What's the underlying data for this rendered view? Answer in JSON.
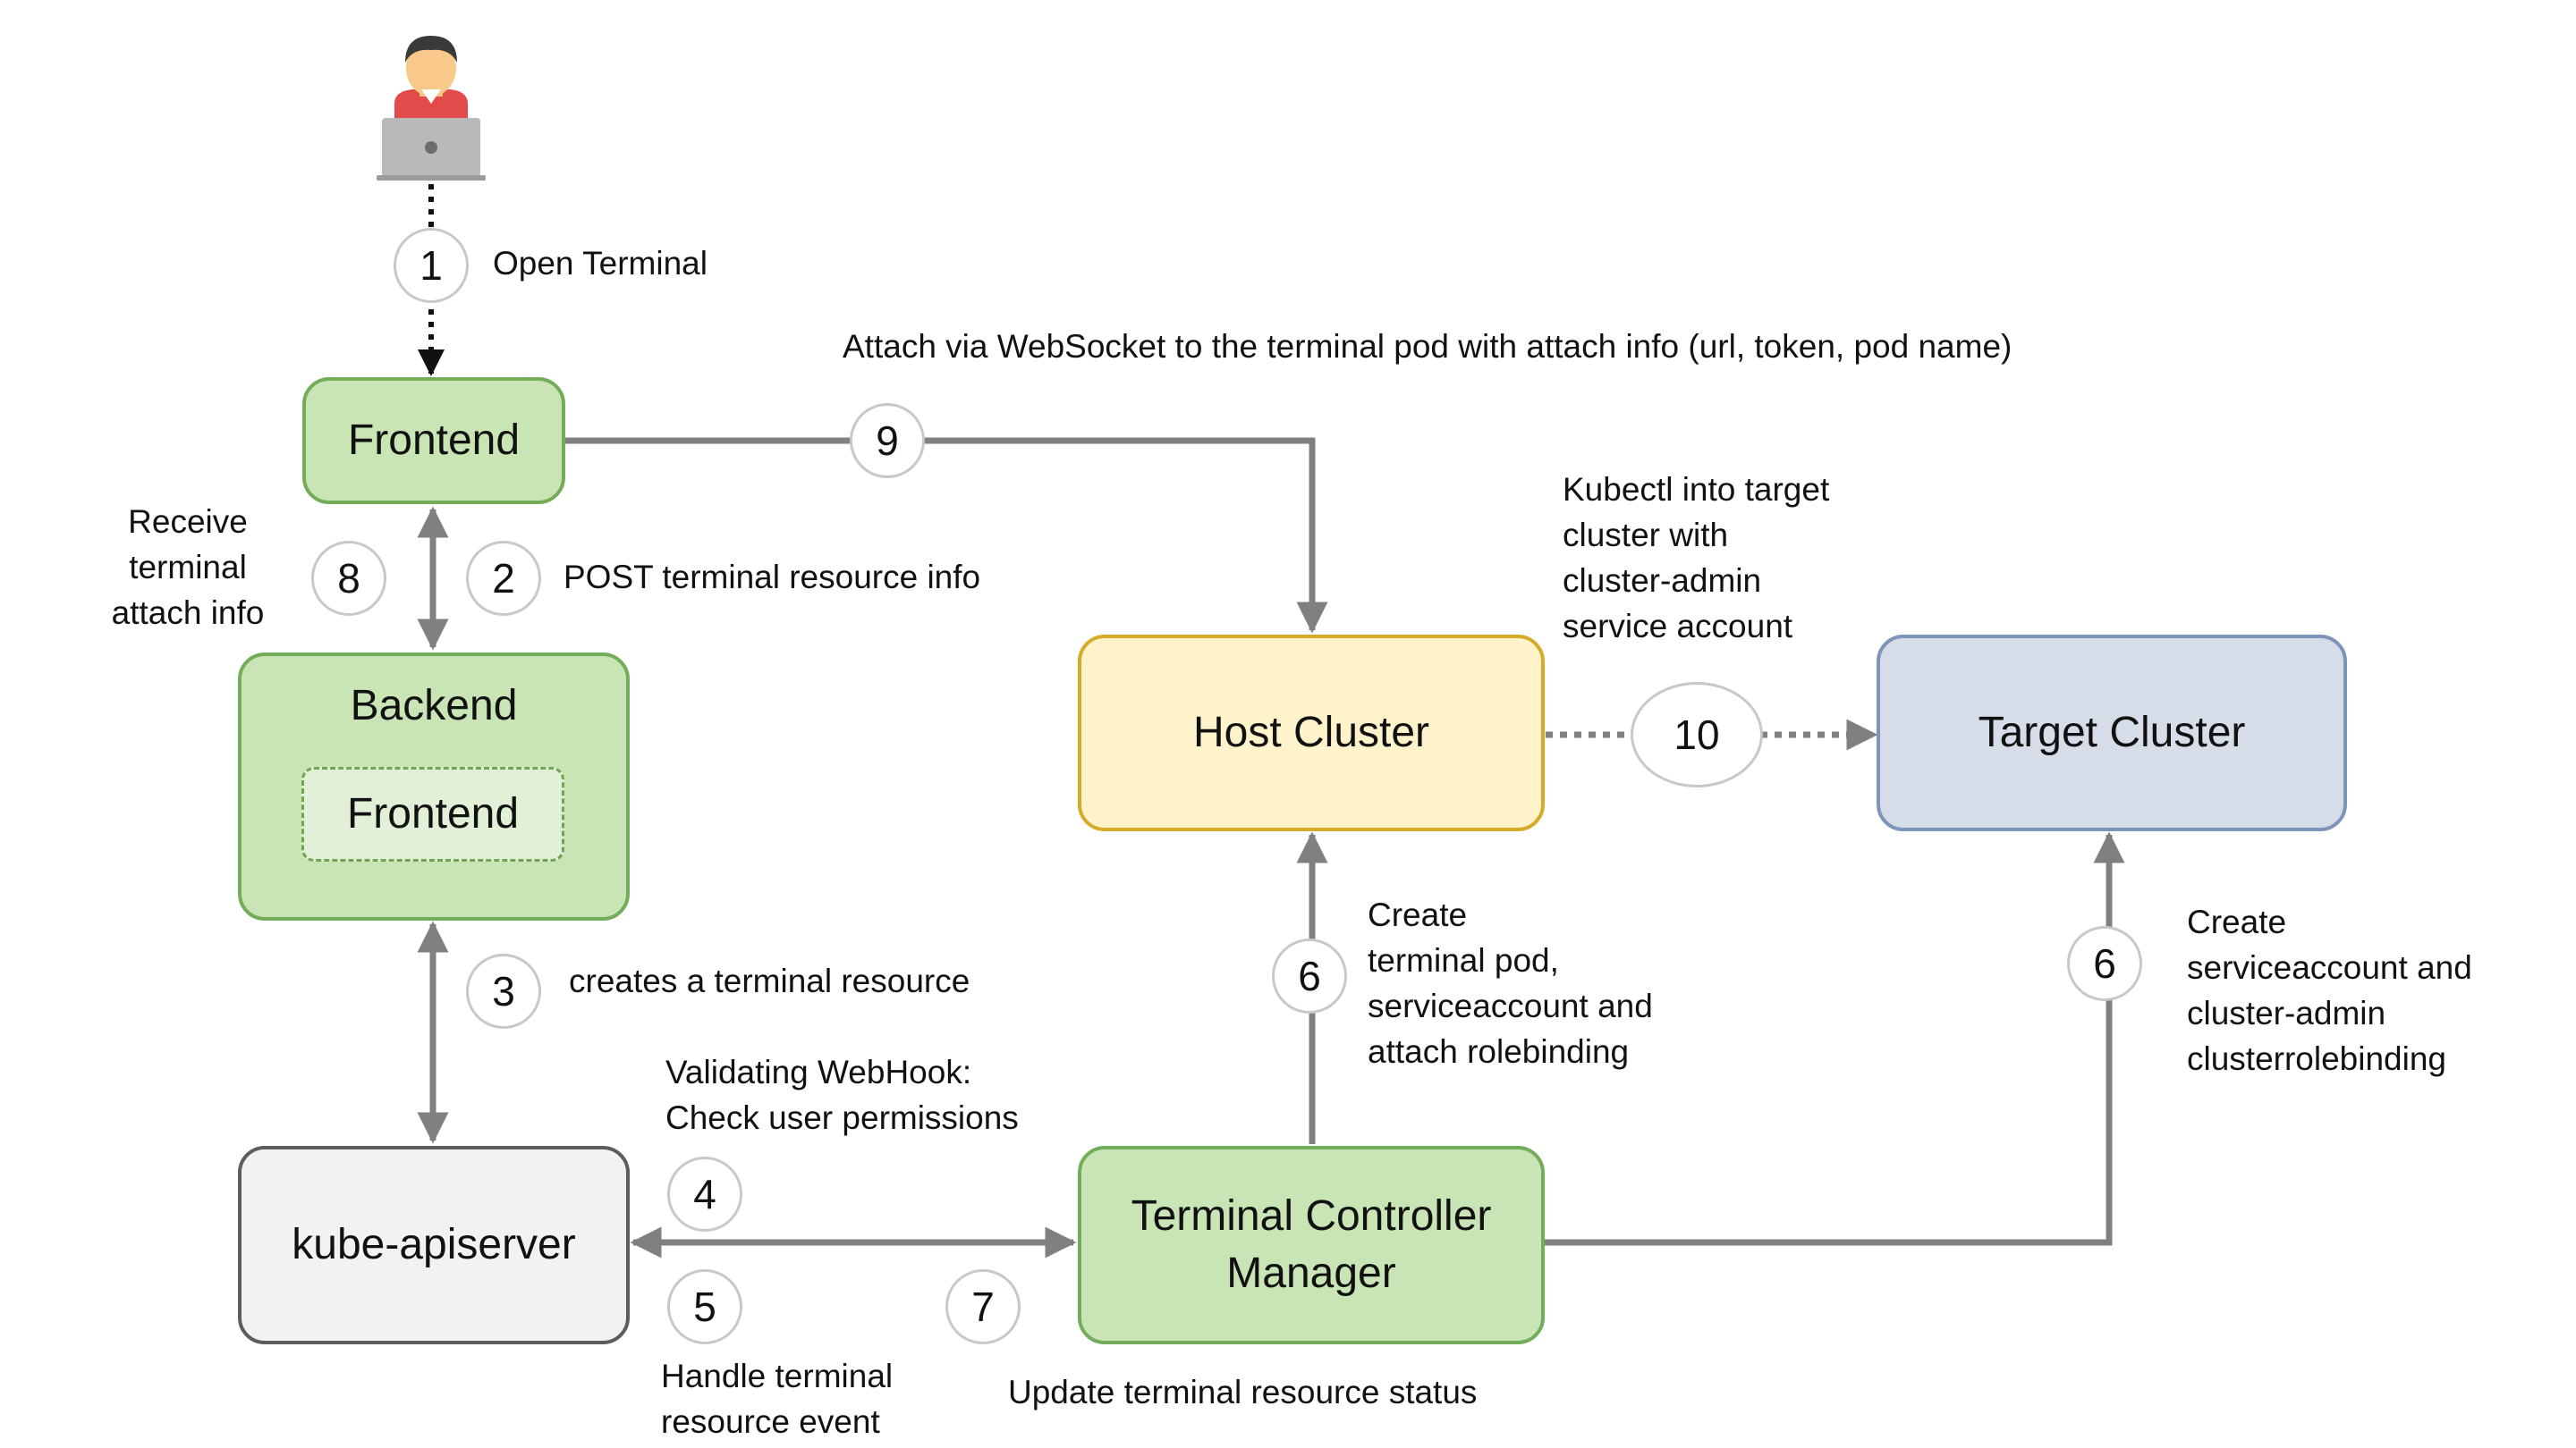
{
  "nodes": {
    "frontend": "Frontend",
    "backend": "Backend",
    "backend_inner": "Frontend",
    "kube_apiserver": "kube-apiserver",
    "host_cluster": "Host Cluster",
    "target_cluster": "Target Cluster",
    "terminal_controller_manager": "Terminal Controller\nManager"
  },
  "steps": {
    "s1": "1",
    "s2": "2",
    "s3": "3",
    "s4": "4",
    "s5": "5",
    "s6a": "6",
    "s6b": "6",
    "s7": "7",
    "s8": "8",
    "s9": "9",
    "s10": "10"
  },
  "labels": {
    "open_terminal": "Open Terminal",
    "attach_websocket": "Attach via WebSocket to the terminal pod with attach info (url, token, pod name)",
    "receive_attach": "Receive\nterminal\nattach info",
    "post_terminal": "POST terminal resource info",
    "kubectl_target": "Kubectl into target\ncluster with\ncluster-admin\nservice account",
    "creates_resource": "creates a terminal resource",
    "validating_webhook": "Validating WebHook:\nCheck user permissions",
    "create_terminal_pod": "Create\nterminal pod,\nserviceaccount and\nattach rolebinding",
    "create_serviceaccount": "Create\nserviceaccount and\ncluster-admin\nclusterrolebinding",
    "handle_event": "Handle terminal\nresource event",
    "update_status": "Update terminal resource status"
  },
  "icons": {
    "user": "user-with-laptop-icon"
  },
  "colors": {
    "green_fill": "#c9e4b5",
    "green_border": "#73ad5a",
    "yellow_fill": "#fef3cb",
    "yellow_border": "#d8aa2a",
    "blue_fill": "#d6dde8",
    "blue_border": "#7d95b9",
    "gray_fill": "#f2f2f2",
    "gray_border": "#5d5d5d",
    "connector": "#808080"
  }
}
